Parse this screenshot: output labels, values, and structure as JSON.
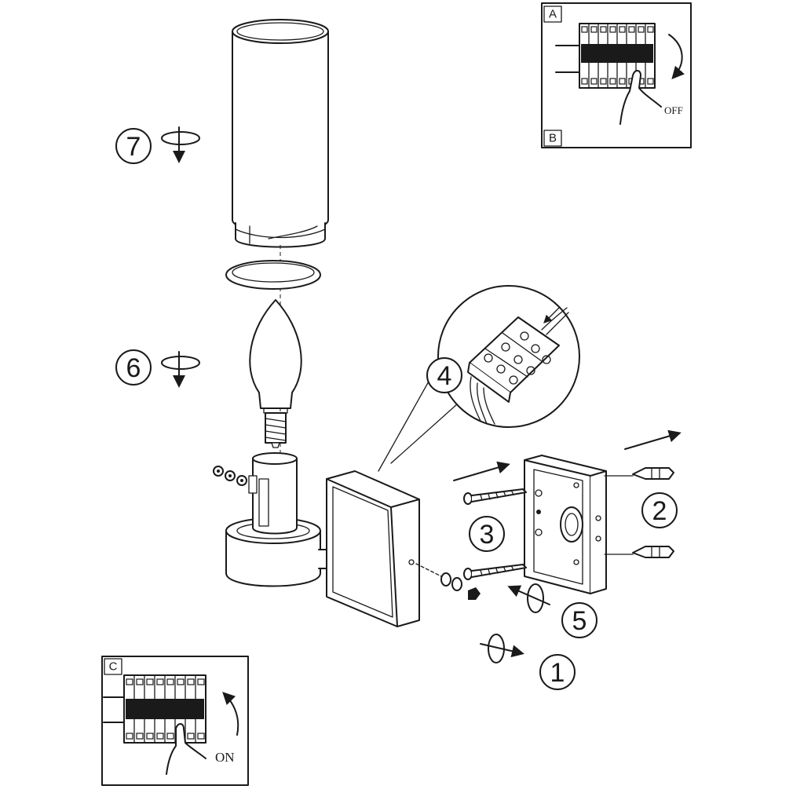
{
  "panels": {
    "off_panel": {
      "letter_top": "A",
      "letter_bottom": "B",
      "word": "OFF"
    },
    "on_panel": {
      "letter": "C",
      "word": "ON"
    }
  },
  "steps": [
    {
      "id": "1",
      "label": "1"
    },
    {
      "id": "2",
      "label": "2"
    },
    {
      "id": "3",
      "label": "3"
    },
    {
      "id": "4",
      "label": "4"
    },
    {
      "id": "5",
      "label": "5"
    },
    {
      "id": "6",
      "label": "6"
    },
    {
      "id": "7",
      "label": "7"
    }
  ]
}
